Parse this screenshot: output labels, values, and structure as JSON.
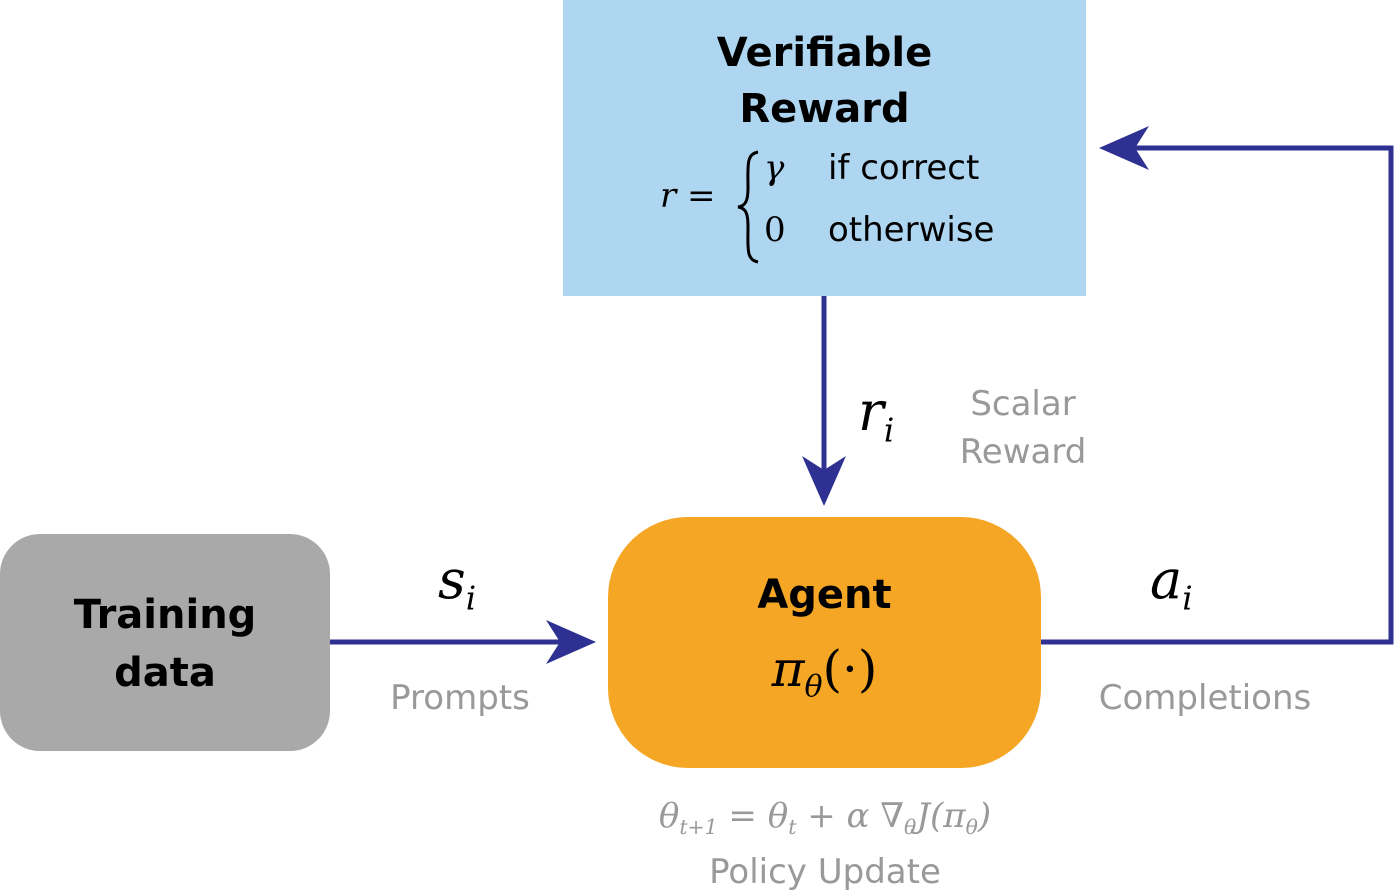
{
  "reward_box": {
    "title_line1": "Verifiable",
    "title_line2": "Reward",
    "formula_lhs": "r =",
    "case1_value": "γ",
    "case1_condition": "if correct",
    "case2_value": "0",
    "case2_condition": "otherwise"
  },
  "training_box": {
    "line1": "Training",
    "line2": "data"
  },
  "agent_box": {
    "title": "Agent",
    "policy_symbol": "π",
    "policy_subscript": "θ",
    "policy_arg": "(·)"
  },
  "edges": {
    "prompt_symbol": "s",
    "prompt_subscript": "i",
    "prompt_label": "Prompts",
    "completion_symbol": "a",
    "completion_subscript": "i",
    "completion_label": "Completions",
    "reward_symbol": "r",
    "reward_subscript": "i",
    "reward_label_line1": "Scalar",
    "reward_label_line2": "Reward"
  },
  "update": {
    "formula": "θt+1 = θt + α ∇θJ(πθ)",
    "label": "Policy Update"
  },
  "colors": {
    "reward_box": "#aed6f1",
    "training_box": "#a9a9a9",
    "agent_box": "#f4a624",
    "arrow": "#2e3192",
    "gray_text": "#999999"
  }
}
